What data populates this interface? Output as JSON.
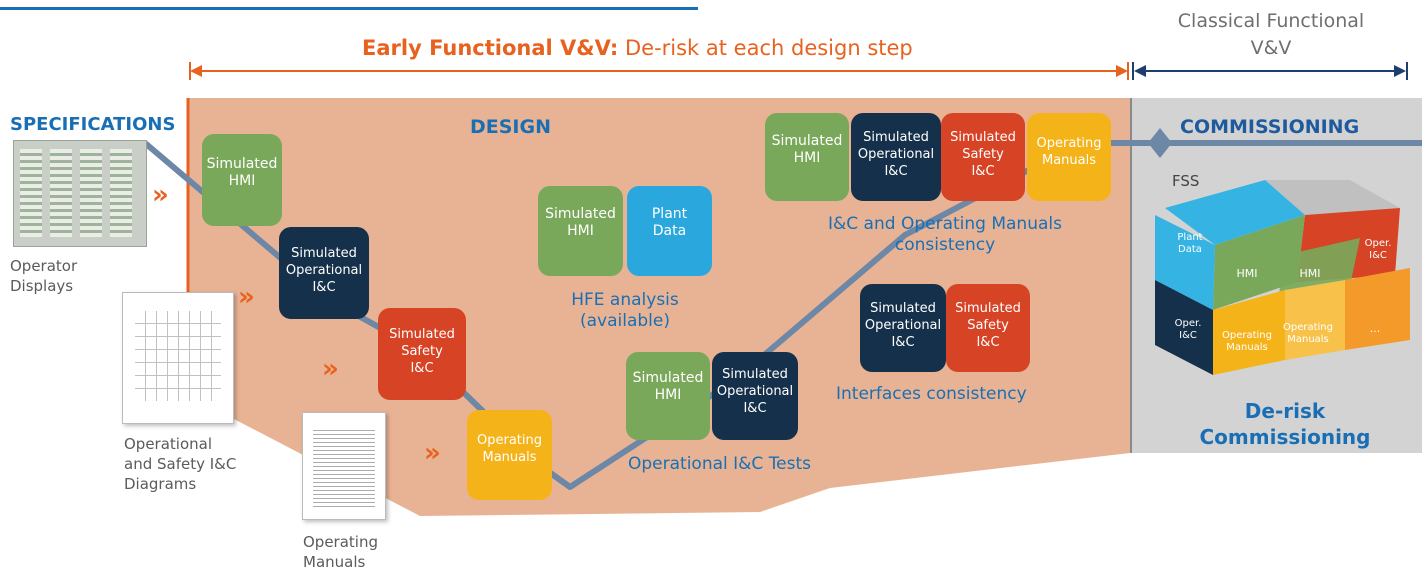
{
  "header": {
    "early_title_bold": "Early Functional V&V:",
    "early_title_rest": "De-risk at each design step",
    "classical_title": "Classical Functional\nV&V"
  },
  "sections": {
    "specifications": "SPECIFICATIONS",
    "design": "DESIGN",
    "commissioning": "COMMISSIONING"
  },
  "inputs": {
    "operator_displays": "Operator\nDisplays",
    "diagrams": "Operational\nand Safety I&C\nDiagrams",
    "operating_manuals": "Operating\nManuals"
  },
  "v_pieces": {
    "hmi": "Simulated\nHMI",
    "op_ic": "Simulated\nOperational\nI&C",
    "safety_ic": "Simulated\nSafety\nI&C",
    "manuals": "Operating\nManuals"
  },
  "hfe": {
    "hmi": "Simulated\nHMI",
    "plant": "Plant\nData",
    "caption": "HFE analysis\n(available)"
  },
  "opic_tests": {
    "hmi": "Simulated\nHMI",
    "op_ic": "Simulated\nOperational\nI&C",
    "caption": "Operational I&C Tests"
  },
  "ic_manuals": {
    "hmi": "Simulated\nHMI",
    "op_ic": "Simulated\nOperational\nI&C",
    "safety_ic": "Simulated\nSafety\nI&C",
    "manuals": "Operating\nManuals",
    "caption": "I&C and Operating Manuals\nconsistency"
  },
  "interfaces": {
    "op_ic": "Simulated\nOperational\nI&C",
    "safety_ic": "Simulated\nSafety\nI&C",
    "caption": "Interfaces consistency"
  },
  "commissioning": {
    "fss": "FSS",
    "cube_plant": "Plant\nData",
    "cube_hmi1": "HMI",
    "cube_hmi2": "HMI",
    "cube_oper_ic_top": "Oper.\nI&C",
    "cube_oper_ic_left": "Oper.\nI&C",
    "cube_manuals1": "Operating\nManuals",
    "cube_manuals2": "Operating\nManuals",
    "cube_dots": "...",
    "caption": "De-risk\nCommissioning"
  },
  "colors": {
    "green": "#7aa85a",
    "navy": "#15304a",
    "red": "#d64325",
    "yellow": "#f5b31a",
    "sky": "#2aa7dd",
    "design_bg": "#e8b394",
    "commissioning_bg": "#d3d3d3",
    "orange": "#e8621f",
    "blue_text": "#1a6fb4"
  }
}
